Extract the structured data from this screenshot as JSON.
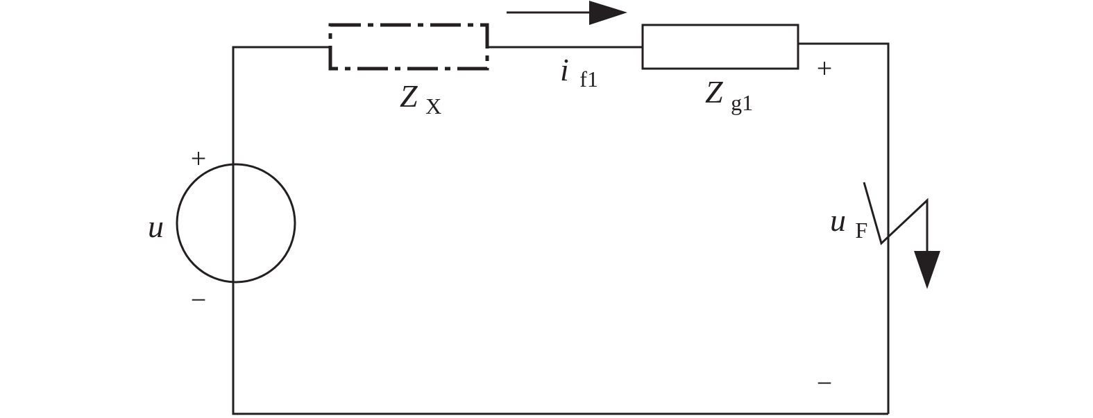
{
  "labels": {
    "source": {
      "symbol": "u"
    },
    "impedance_x": {
      "symbol": "Z",
      "subscript": "X"
    },
    "current": {
      "symbol": "i",
      "subscript": "f1"
    },
    "impedance_g1": {
      "symbol": "Z",
      "subscript": "g1"
    },
    "fault_voltage": {
      "symbol": "u",
      "subscript": "F"
    }
  },
  "polarity": {
    "source_plus": "+",
    "source_minus": "−",
    "fault_plus": "+",
    "fault_minus": "−"
  }
}
